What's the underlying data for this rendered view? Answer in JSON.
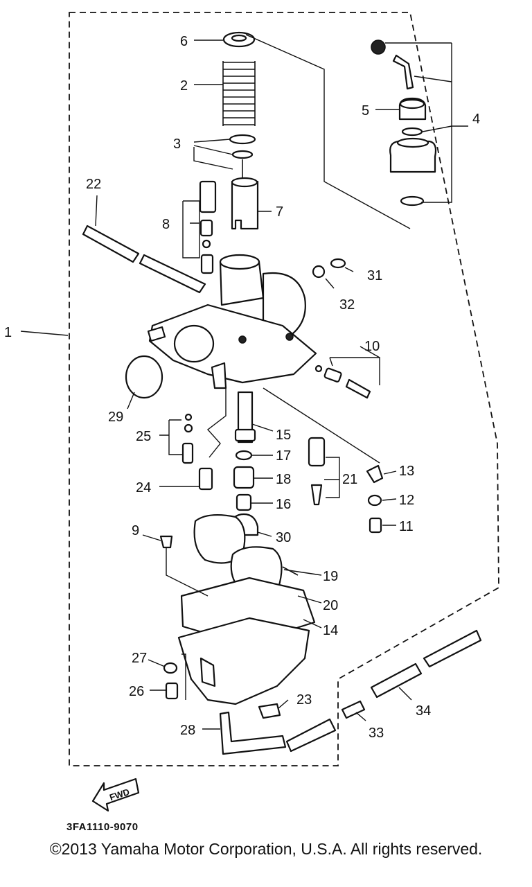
{
  "diagram": {
    "callouts": {
      "p1": "1",
      "p2": "2",
      "p3": "3",
      "p4": "4",
      "p5": "5",
      "p6": "6",
      "p7": "7",
      "p8": "8",
      "p9": "9",
      "p10": "10",
      "p11": "11",
      "p12": "12",
      "p13": "13",
      "p14": "14",
      "p15": "15",
      "p16": "16",
      "p17": "17",
      "p18": "18",
      "p19": "19",
      "p20": "20",
      "p21": "21",
      "p22": "22",
      "p23": "23",
      "p24": "24",
      "p25": "25",
      "p26": "26",
      "p27": "27",
      "p28": "28",
      "p29": "29",
      "p30": "30",
      "p31": "31",
      "p32": "32",
      "p33": "33",
      "p34": "34"
    },
    "fwd_label": "FWD",
    "drawing_code": "3FA1110-9070"
  },
  "footer": {
    "copyright": "©2013 Yamaha Motor Corporation, U.S.A. All rights reserved."
  }
}
